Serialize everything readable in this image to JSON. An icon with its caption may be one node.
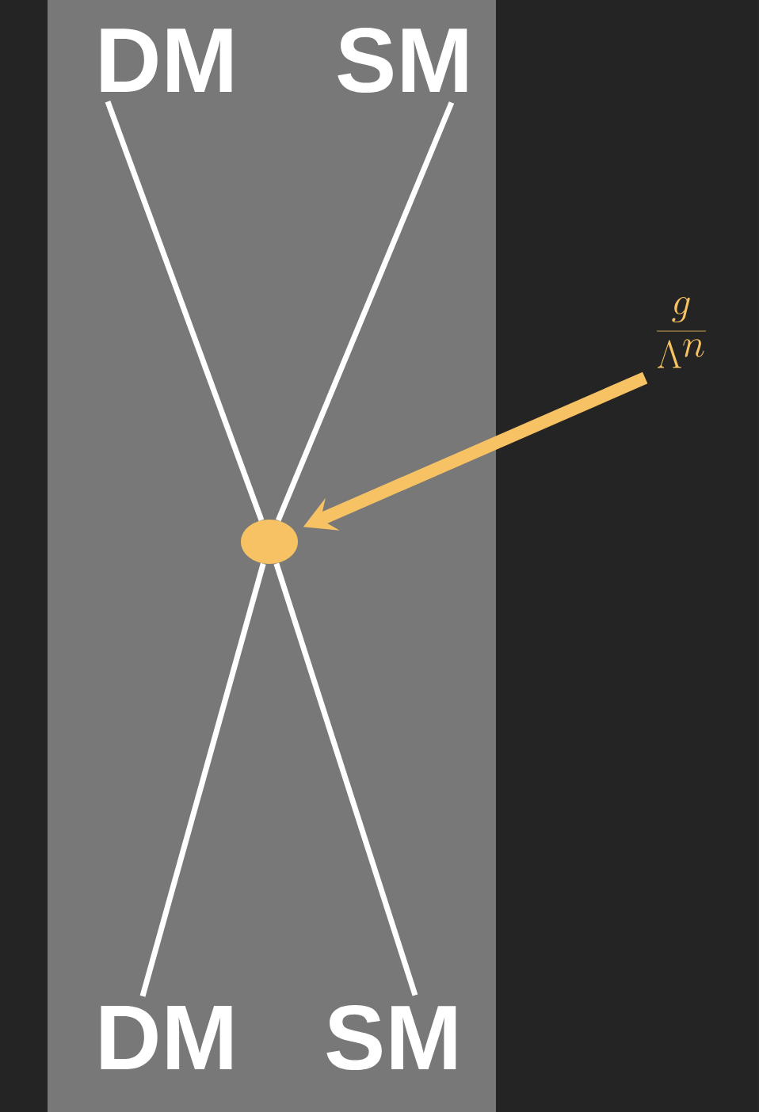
{
  "diagram": {
    "nodes": [
      {
        "text": [
          "DM"
        ]
      },
      {
        "text": [
          "SM"
        ]
      },
      {
        "text": [],
        "shape": "circle"
      },
      {
        "text": [
          "DM"
        ]
      },
      {
        "text": [
          "SM"
        ]
      },
      {
        "text": [
          "\\frac{g}{\\Lambda^n}"
        ]
      }
    ],
    "edges": [
      {
        "from": 0,
        "to": 2,
        "arrow": "none"
      },
      {
        "from": 1,
        "to": 2,
        "arrow": "none"
      },
      {
        "from": 2,
        "to": 3,
        "arrow": "none"
      },
      {
        "from": 2,
        "to": 4,
        "arrow": "none"
      },
      {
        "from": 5,
        "to": 2,
        "arrow": "to",
        "style": "thick",
        "color": "#f7c264"
      }
    ]
  }
}
